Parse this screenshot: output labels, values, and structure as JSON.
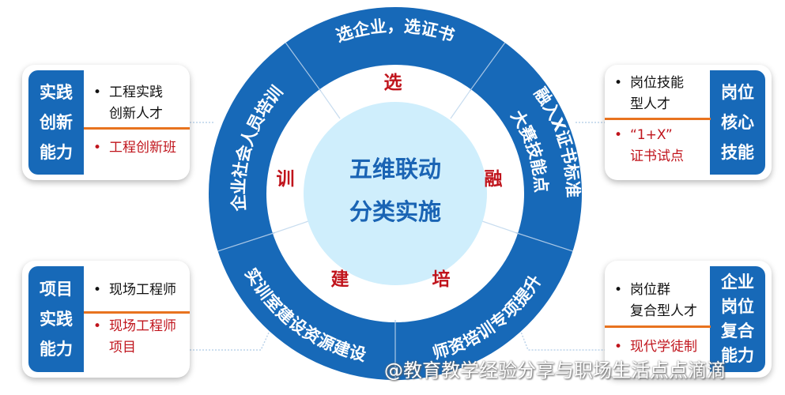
{
  "wheel": {
    "center": [
      "五维联动",
      "分类实施"
    ],
    "segments": [
      {
        "key": "选",
        "ring": [
          "选企业，选证书"
        ]
      },
      {
        "key": "融",
        "ring": [
          "融入X证书标准",
          "大赛技能点"
        ]
      },
      {
        "key": "培",
        "ring": [
          "师资培训专项提升"
        ]
      },
      {
        "key": "建",
        "ring": [
          "实训室建设资源建设"
        ]
      },
      {
        "key": "训",
        "ring": [
          "企业社会人员培训"
        ]
      }
    ]
  },
  "boxes": {
    "top_left": {
      "title": [
        "实践",
        "创新",
        "能力"
      ],
      "items": [
        "工程实践",
        "创新人才",
        "工程创新班"
      ]
    },
    "bottom_left": {
      "title": [
        "项目",
        "实践",
        "能力"
      ],
      "items": [
        "现场工程师",
        "现场工程师",
        "项目"
      ]
    },
    "top_right": {
      "title": [
        "岗位",
        "核心",
        "技能"
      ],
      "items": [
        "岗位技能",
        "型人才",
        "“1+X”",
        "证书试点"
      ]
    },
    "bottom_right": {
      "title": [
        "企业",
        "岗位",
        "复合",
        "能力"
      ],
      "items": [
        "岗位群",
        "复合型人才",
        "现代学徒制"
      ]
    }
  },
  "watermark": "@教育教学经验分享与职场生活点点滴滴",
  "colors": {
    "ring": "#1769b8",
    "center": "#cfeefc",
    "key": "#c0141c",
    "divider": "#e8731f"
  }
}
